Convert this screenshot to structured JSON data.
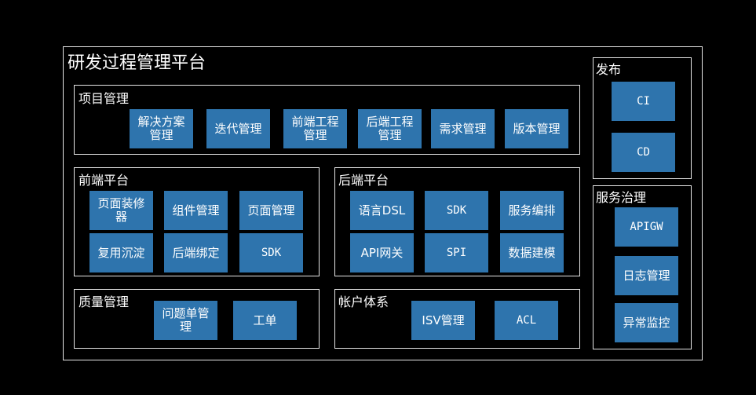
{
  "platform": {
    "title": "研发过程管理平台"
  },
  "project_mgmt": {
    "title": "项目管理",
    "items": [
      "解决方案\n管理",
      "迭代管理",
      "前端工程\n管理",
      "后端工程\n管理",
      "需求管理",
      "版本管理"
    ]
  },
  "frontend": {
    "title": "前端平台",
    "items": [
      "页面装修\n器",
      "组件管理",
      "页面管理",
      "复用沉淀",
      "后端绑定",
      "SDK"
    ]
  },
  "backend": {
    "title": "后端平台",
    "items": [
      "语言DSL",
      "SDK",
      "服务编排",
      "API网关",
      "SPI",
      "数据建模"
    ]
  },
  "quality": {
    "title": "质量管理",
    "items": [
      "问题单管\n理",
      "工单"
    ]
  },
  "account": {
    "title": "帐户体系",
    "items": [
      "ISV管理",
      "ACL"
    ]
  },
  "release": {
    "title": "发布",
    "items": [
      "CI",
      "CD"
    ]
  },
  "governance": {
    "title": "服务治理",
    "items": [
      "APIGW",
      "日志管理",
      "异常监控"
    ]
  },
  "colors": {
    "tile": "#2e74ad",
    "background": "#000000",
    "border": "#e6e6e6"
  }
}
